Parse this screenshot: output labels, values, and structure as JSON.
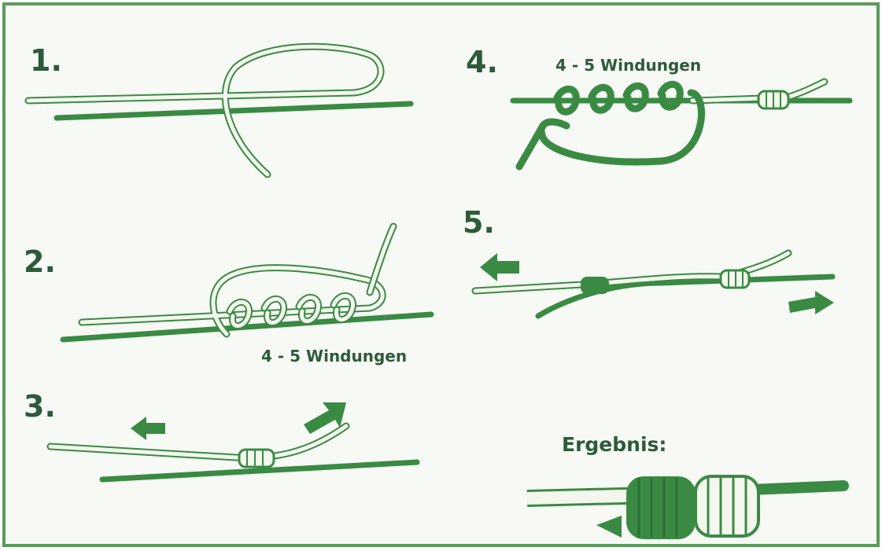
{
  "steps": [
    {
      "number": "1."
    },
    {
      "number": "2.",
      "label": "4 - 5 Windungen"
    },
    {
      "number": "3."
    },
    {
      "number": "4.",
      "label": "4 - 5 Windungen"
    },
    {
      "number": "5."
    }
  ],
  "result": {
    "label": "Ergebnis:"
  },
  "colors": {
    "border": "#5c9a5c",
    "line_green": "#3a8a44",
    "text": "#2d5a3a",
    "light_line": "#f4f7ee"
  }
}
